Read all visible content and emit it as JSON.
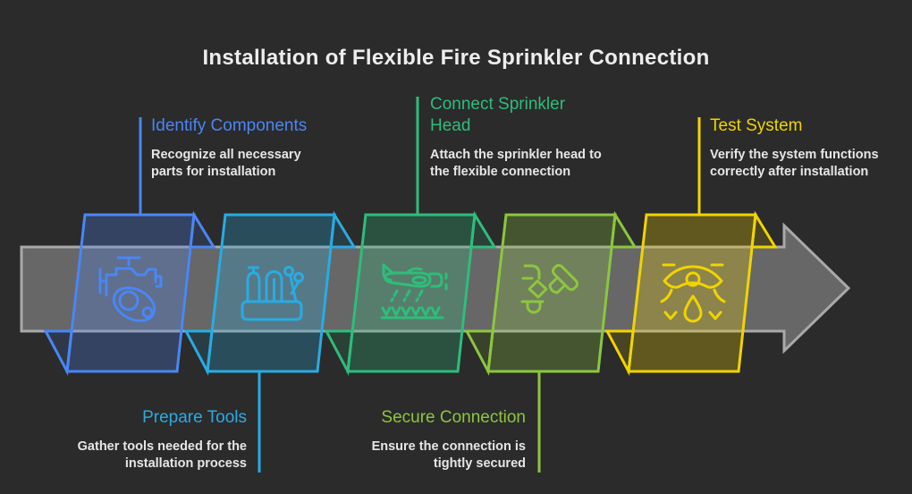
{
  "page": {
    "title": "Installation of Flexible Fire Sprinkler Connection",
    "background": "#2b2b2b",
    "title_color": "#ededed",
    "description_color": "#e6e6e6"
  },
  "arrow": {
    "fill": "#676767",
    "stroke": "#a9a9a9"
  },
  "steps": [
    {
      "title": "Identify Components",
      "description": "Recognize all necessary parts for installation",
      "color": "#4a86f5",
      "label_position": "above",
      "icon": "pipe-valve-assembly-icon"
    },
    {
      "title": "Prepare Tools",
      "description": "Gather tools needed for the installation process",
      "color": "#29abe2",
      "label_position": "below",
      "icon": "tool-holder-icon"
    },
    {
      "title": "Connect Sprinkler Head",
      "description": "Attach the sprinkler head to the flexible connection",
      "color": "#2ebd7b",
      "label_position": "above",
      "icon": "sprayer-plane-icon"
    },
    {
      "title": "Secure Connection",
      "description": "Ensure the connection is tightly secured",
      "color": "#8cc63f",
      "label_position": "below",
      "icon": "hammer-joint-icon"
    },
    {
      "title": "Test System",
      "description": "Verify the system functions correctly after installation",
      "color": "#f0d400",
      "label_position": "above",
      "icon": "sprinkler-drop-icon"
    }
  ]
}
